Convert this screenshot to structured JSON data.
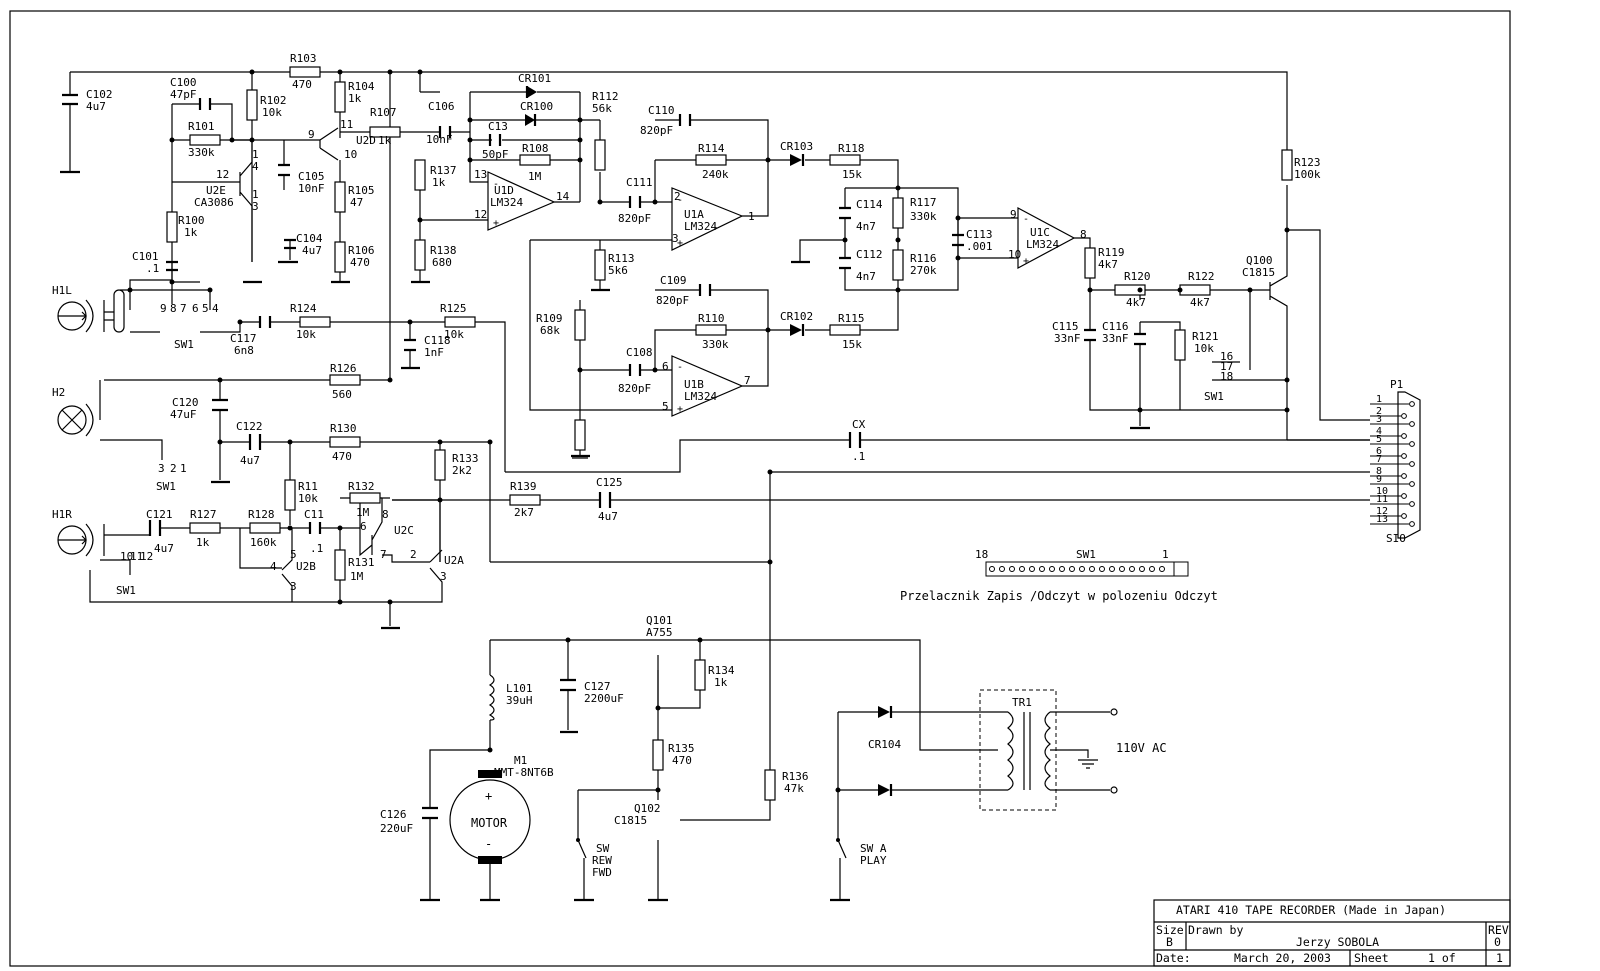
{
  "title_block": {
    "title": "ATARI 410 TAPE RECORDER (Made in Japan)",
    "size_label": "Size",
    "size_value": "B",
    "drawn_by_label": "Drawn by",
    "author": "Jerzy SOBOLA",
    "rev_label": "REV",
    "rev_value": "0",
    "date_label": "Date:",
    "date_value": "March 20, 2003",
    "sheet_label": "Sheet",
    "sheet_value": "1 of",
    "sheet_total": "1"
  },
  "note": "Przelacznik Zapis /Odczyt w polozeniu Odczyt",
  "power_label": "110V AC",
  "motor_text": "MOTOR",
  "sw1_header": {
    "left": "18",
    "name": "SW1",
    "right": "1"
  },
  "connector": {
    "name": "P1",
    "label": "SIO",
    "pins": [
      "1",
      "2",
      "3",
      "4",
      "5",
      "6",
      "7",
      "8",
      "9",
      "10",
      "11",
      "12",
      "13"
    ]
  },
  "labels": [
    {
      "id": "c102",
      "t": "C102"
    },
    {
      "id": "c102v",
      "t": "4u7"
    },
    {
      "id": "r103",
      "t": "R103"
    },
    {
      "id": "r103v",
      "t": "470"
    },
    {
      "id": "c100",
      "t": "C100"
    },
    {
      "id": "c100v",
      "t": "47pF"
    },
    {
      "id": "r102",
      "t": "R102"
    },
    {
      "id": "r102v",
      "t": "10k"
    },
    {
      "id": "r104",
      "t": "R104"
    },
    {
      "id": "r104v",
      "t": "1k"
    },
    {
      "id": "r101",
      "t": "R101"
    },
    {
      "id": "r101v",
      "t": "330k"
    },
    {
      "id": "p9",
      "t": "9"
    },
    {
      "id": "p11",
      "t": "11"
    },
    {
      "id": "p10",
      "t": "10"
    },
    {
      "id": "u2d",
      "t": "U2D"
    },
    {
      "id": "r107",
      "t": "R107"
    },
    {
      "id": "r107v",
      "t": "1k"
    },
    {
      "id": "c106",
      "t": "C106"
    },
    {
      "id": "c106v",
      "t": "10nF"
    },
    {
      "id": "cr101",
      "t": "CR101"
    },
    {
      "id": "cr100",
      "t": "CR100"
    },
    {
      "id": "r112",
      "t": "R112"
    },
    {
      "id": "r112v",
      "t": "56k"
    },
    {
      "id": "c110",
      "t": "C110"
    },
    {
      "id": "c110v",
      "t": "820pF"
    },
    {
      "id": "c13",
      "t": "C13"
    },
    {
      "id": "c13v",
      "t": "50pF"
    },
    {
      "id": "r108",
      "t": "R108"
    },
    {
      "id": "r108v",
      "t": "1M"
    },
    {
      "id": "r114",
      "t": "R114"
    },
    {
      "id": "r114v",
      "t": "240k"
    },
    {
      "id": "cr103",
      "t": "CR103"
    },
    {
      "id": "r118",
      "t": "R118"
    },
    {
      "id": "r118v",
      "t": "15k"
    },
    {
      "id": "r123",
      "t": "R123"
    },
    {
      "id": "r123v",
      "t": "100k"
    },
    {
      "id": "p12a",
      "t": "12"
    },
    {
      "id": "p4a",
      "t": "4"
    },
    {
      "id": "p1a",
      "t": "1"
    },
    {
      "id": "p1b",
      "t": "1"
    },
    {
      "id": "p3a",
      "t": "3"
    },
    {
      "id": "u2e",
      "t": "U2E"
    },
    {
      "id": "ca3086",
      "t": "CA3086"
    },
    {
      "id": "c105",
      "t": "C105"
    },
    {
      "id": "c105v",
      "t": "10nF"
    },
    {
      "id": "r105",
      "t": "R105"
    },
    {
      "id": "r105v",
      "t": "47"
    },
    {
      "id": "r137",
      "t": "R137"
    },
    {
      "id": "r137v",
      "t": "1k"
    },
    {
      "id": "p13",
      "t": "13"
    },
    {
      "id": "u1d",
      "t": "U1D"
    },
    {
      "id": "lm1",
      "t": "LM324"
    },
    {
      "id": "p14",
      "t": "14"
    },
    {
      "id": "p12b",
      "t": "12"
    },
    {
      "id": "c111",
      "t": "C111"
    },
    {
      "id": "c111v",
      "t": "820pF"
    },
    {
      "id": "p2a",
      "t": "2"
    },
    {
      "id": "u1a",
      "t": "U1A"
    },
    {
      "id": "lm2",
      "t": "LM324"
    },
    {
      "id": "p3b",
      "t": "3"
    },
    {
      "id": "p1c",
      "t": "1"
    },
    {
      "id": "c114",
      "t": "C114"
    },
    {
      "id": "c114v",
      "t": "4n7"
    },
    {
      "id": "r117",
      "t": "R117"
    },
    {
      "id": "r117v",
      "t": "330k"
    },
    {
      "id": "c113",
      "t": "C113"
    },
    {
      "id": "c113v",
      "t": ".001"
    },
    {
      "id": "p9b",
      "t": "9"
    },
    {
      "id": "u1c",
      "t": "U1C"
    },
    {
      "id": "lm3",
      "t": "LM324"
    },
    {
      "id": "p8",
      "t": "8"
    },
    {
      "id": "p10b",
      "t": "10"
    },
    {
      "id": "r100",
      "t": "R100"
    },
    {
      "id": "r100v",
      "t": "1k"
    },
    {
      "id": "c104",
      "t": "C104"
    },
    {
      "id": "c104v",
      "t": "4u7"
    },
    {
      "id": "r106",
      "t": "R106"
    },
    {
      "id": "r106v",
      "t": "470"
    },
    {
      "id": "r138",
      "t": "R138"
    },
    {
      "id": "r138v",
      "t": "680"
    },
    {
      "id": "r113",
      "t": "R113"
    },
    {
      "id": "r113v",
      "t": "5k6"
    },
    {
      "id": "c112",
      "t": "C112"
    },
    {
      "id": "c112v",
      "t": "4n7"
    },
    {
      "id": "r116",
      "t": "R116"
    },
    {
      "id": "r116v",
      "t": "270k"
    },
    {
      "id": "r119",
      "t": "R119"
    },
    {
      "id": "r119v",
      "t": "4k7"
    },
    {
      "id": "q100",
      "t": "Q100"
    },
    {
      "id": "q100v",
      "t": "C1815"
    },
    {
      "id": "c101",
      "t": "C101"
    },
    {
      "id": "c101v",
      "t": ".1"
    },
    {
      "id": "h1l",
      "t": "H1L"
    },
    {
      "id": "sw9",
      "t": "9"
    },
    {
      "id": "sw8",
      "t": "8"
    },
    {
      "id": "sw7",
      "t": "7"
    },
    {
      "id": "sw6",
      "t": "6"
    },
    {
      "id": "sw5",
      "t": "5"
    },
    {
      "id": "sw4",
      "t": "4"
    },
    {
      "id": "sw1a",
      "t": "SW1"
    },
    {
      "id": "c117",
      "t": "C117"
    },
    {
      "id": "c117v",
      "t": "6n8"
    },
    {
      "id": "r124",
      "t": "R124"
    },
    {
      "id": "r124v",
      "t": "10k"
    },
    {
      "id": "r125",
      "t": "R125"
    },
    {
      "id": "r125v",
      "t": "10k"
    },
    {
      "id": "c118",
      "t": "C118"
    },
    {
      "id": "c118v",
      "t": "1nF"
    },
    {
      "id": "c109",
      "t": "C109"
    },
    {
      "id": "c109v",
      "t": "820pF"
    },
    {
      "id": "cr102",
      "t": "CR102"
    },
    {
      "id": "r110",
      "t": "R110"
    },
    {
      "id": "r110v",
      "t": "330k"
    },
    {
      "id": "r115",
      "t": "R115"
    },
    {
      "id": "r115v",
      "t": "15k"
    },
    {
      "id": "r109",
      "t": "R109"
    },
    {
      "id": "r109v",
      "t": "68k"
    },
    {
      "id": "c108",
      "t": "C108"
    },
    {
      "id": "c108v",
      "t": "820pF"
    },
    {
      "id": "p6",
      "t": "6"
    },
    {
      "id": "u1b",
      "t": "U1B"
    },
    {
      "id": "lm4",
      "t": "LM324"
    },
    {
      "id": "p7",
      "t": "7"
    },
    {
      "id": "p5",
      "t": "5"
    },
    {
      "id": "r120",
      "t": "R120"
    },
    {
      "id": "r120v",
      "t": "4k7"
    },
    {
      "id": "r122",
      "t": "R122"
    },
    {
      "id": "r122v",
      "t": "4k7"
    },
    {
      "id": "c115",
      "t": "C115"
    },
    {
      "id": "c115v",
      "t": "33nF"
    },
    {
      "id": "c116",
      "t": "C116"
    },
    {
      "id": "c116v",
      "t": "33nF"
    },
    {
      "id": "r121",
      "t": "R121"
    },
    {
      "id": "r121v",
      "t": "10k"
    },
    {
      "id": "sw16",
      "t": "16"
    },
    {
      "id": "sw17",
      "t": "17"
    },
    {
      "id": "sw18",
      "t": "18"
    },
    {
      "id": "sw1b",
      "t": "SW1"
    },
    {
      "id": "r126",
      "t": "R126"
    },
    {
      "id": "r126v",
      "t": "560"
    },
    {
      "id": "h2",
      "t": "H2"
    },
    {
      "id": "c120",
      "t": "C120"
    },
    {
      "id": "c120v",
      "t": "47uF"
    },
    {
      "id": "c122",
      "t": "C122"
    },
    {
      "id": "c122v",
      "t": "4u7"
    },
    {
      "id": "r130",
      "t": "R130"
    },
    {
      "id": "r130v",
      "t": "470"
    },
    {
      "id": "cx",
      "t": "CX"
    },
    {
      "id": "cxv",
      "t": ".1"
    },
    {
      "id": "sw3",
      "t": "3"
    },
    {
      "id": "sw2",
      "t": "2"
    },
    {
      "id": "sw1n",
      "t": "1"
    },
    {
      "id": "sw1c",
      "t": "SW1"
    },
    {
      "id": "r133",
      "t": "R133"
    },
    {
      "id": "r133v",
      "t": "2k2"
    },
    {
      "id": "r11",
      "t": "R11"
    },
    {
      "id": "r11v",
      "t": "10k"
    },
    {
      "id": "r139",
      "t": "R139"
    },
    {
      "id": "r139v",
      "t": "2k7"
    },
    {
      "id": "c125",
      "t": "C125"
    },
    {
      "id": "c125v",
      "t": "4u7"
    },
    {
      "id": "r132",
      "t": "R132"
    },
    {
      "id": "r132v",
      "t": "1M"
    },
    {
      "id": "h1r",
      "t": "H1R"
    },
    {
      "id": "c121",
      "t": "C121"
    },
    {
      "id": "c121v",
      "t": "4u7"
    },
    {
      "id": "r127",
      "t": "R127"
    },
    {
      "id": "r127v",
      "t": "1k"
    },
    {
      "id": "r128",
      "t": "R128"
    },
    {
      "id": "r128v",
      "t": "160k"
    },
    {
      "id": "c11",
      "t": "C11"
    },
    {
      "id": "c11v",
      "t": ".1"
    },
    {
      "id": "pu2c8",
      "t": "8"
    },
    {
      "id": "pu2c6",
      "t": "6"
    },
    {
      "id": "u2c",
      "t": "U2C"
    },
    {
      "id": "pu2c7",
      "t": "7"
    },
    {
      "id": "sw10",
      "t": "10"
    },
    {
      "id": "sw11",
      "t": "11"
    },
    {
      "id": "sw12",
      "t": "12"
    },
    {
      "id": "sw1d",
      "t": "SW1"
    },
    {
      "id": "pu2b5",
      "t": "5"
    },
    {
      "id": "pu2b4",
      "t": "4"
    },
    {
      "id": "u2b",
      "t": "U2B"
    },
    {
      "id": "pu2b3",
      "t": "3"
    },
    {
      "id": "r131",
      "t": "R131"
    },
    {
      "id": "r131v",
      "t": "1M"
    },
    {
      "id": "pu2a2",
      "t": "2"
    },
    {
      "id": "u2a",
      "t": "U2A"
    },
    {
      "id": "pu2a3",
      "t": "3"
    },
    {
      "id": "q101",
      "t": "Q101"
    },
    {
      "id": "q101v",
      "t": "A755"
    },
    {
      "id": "r134",
      "t": "R134"
    },
    {
      "id": "r134v",
      "t": "1k"
    },
    {
      "id": "l101",
      "t": "L101"
    },
    {
      "id": "l101v",
      "t": "39uH"
    },
    {
      "id": "c127",
      "t": "C127"
    },
    {
      "id": "c127v",
      "t": "2200uF"
    },
    {
      "id": "tr1",
      "t": "TR1"
    },
    {
      "id": "cr104",
      "t": "CR104"
    },
    {
      "id": "r135",
      "t": "R135"
    },
    {
      "id": "r135v",
      "t": "470"
    },
    {
      "id": "m1",
      "t": "M1"
    },
    {
      "id": "m1v",
      "t": "MMT-8NT6B"
    },
    {
      "id": "r136",
      "t": "R136"
    },
    {
      "id": "r136v",
      "t": "47k"
    },
    {
      "id": "q102",
      "t": "Q102"
    },
    {
      "id": "q102v",
      "t": "C1815"
    },
    {
      "id": "c126",
      "t": "C126"
    },
    {
      "id": "c126v",
      "t": "220uF"
    },
    {
      "id": "sw",
      "t": "SW"
    },
    {
      "id": "rew",
      "t": "REW"
    },
    {
      "id": "fwd",
      "t": "FWD"
    },
    {
      "id": "swa",
      "t": "SW A"
    },
    {
      "id": "play",
      "t": "PLAY"
    }
  ]
}
